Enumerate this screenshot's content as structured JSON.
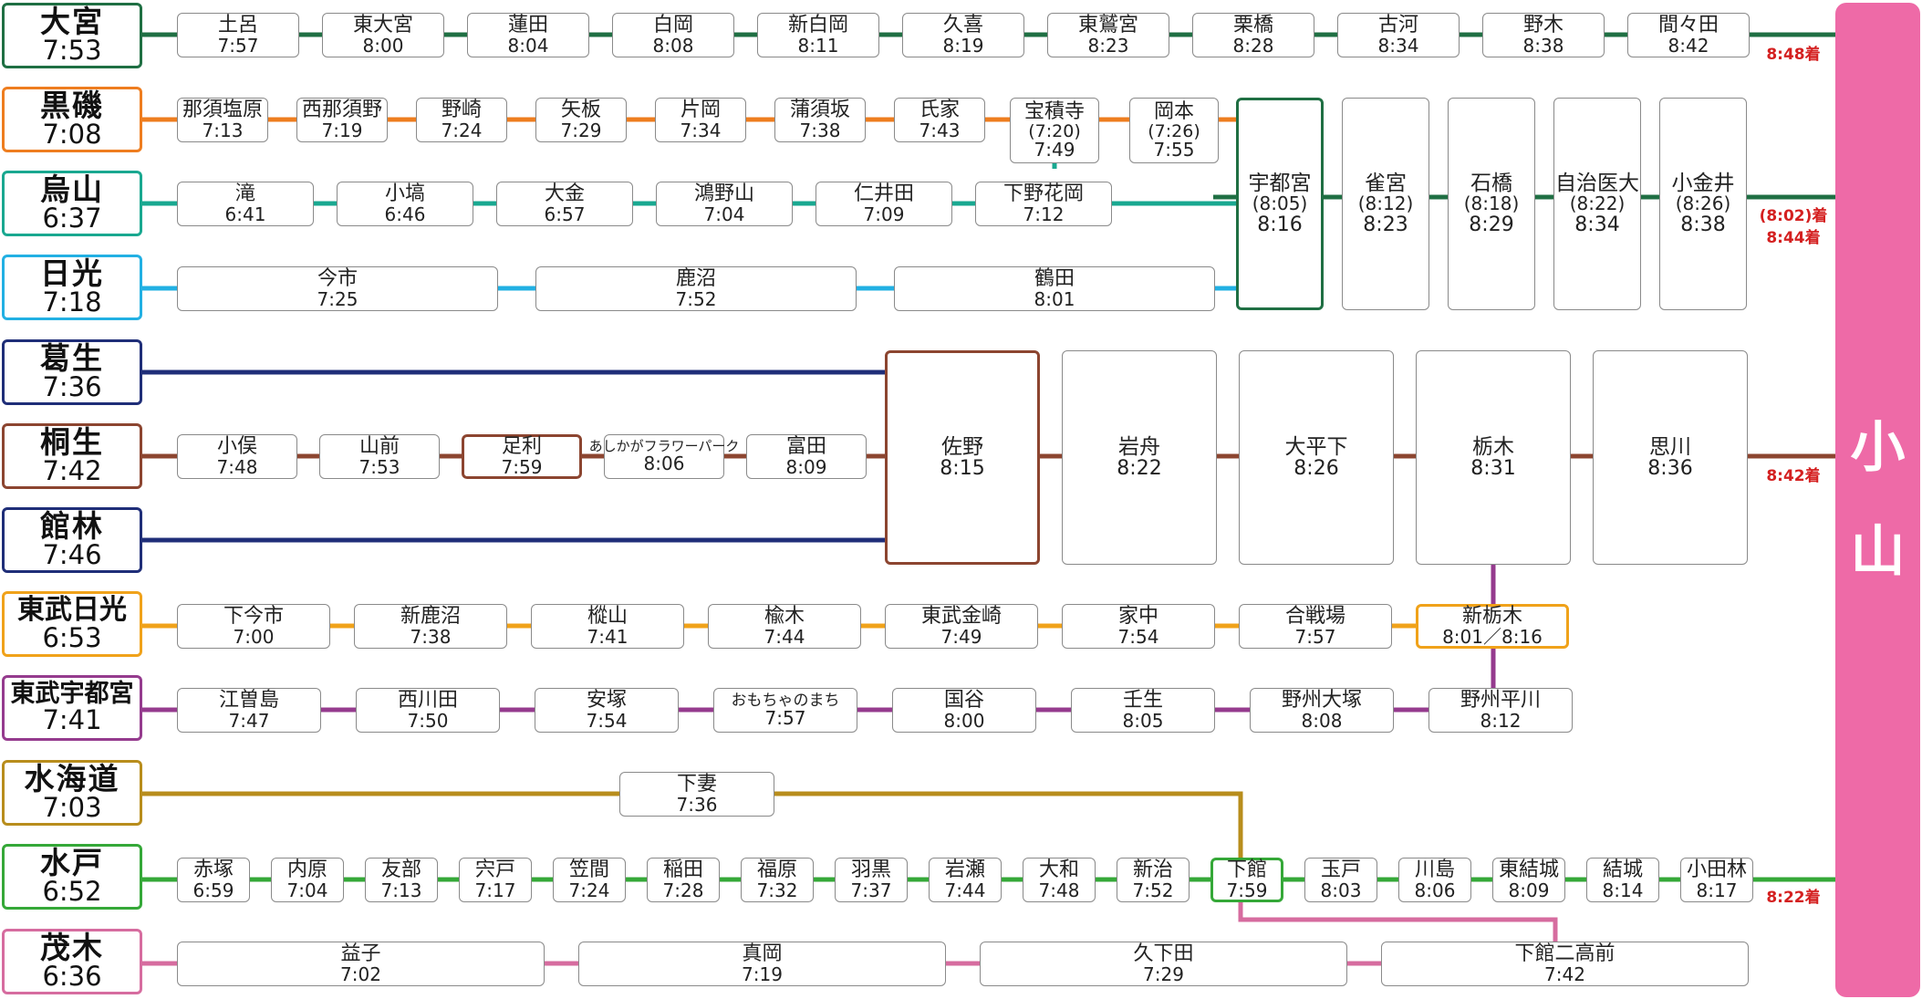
{
  "destination": "小山",
  "colors": {
    "omiya": "#1f6f43",
    "kuroiso": "#ee7d1f",
    "karasuyama": "#19a890",
    "nikko": "#22b0e3",
    "kuzuu": "#1f2e78",
    "kiryu": "#8c4530",
    "tatebayashi": "#1f2e78",
    "tobu_nikko": "#f0a21a",
    "tobu_utsunomiya": "#953b8e",
    "mitsukaido": "#b88d1c",
    "mito": "#35a838",
    "motegi": "#d66c9f",
    "destination": "#ee6aa7",
    "arrival_text": "#d42020"
  },
  "origins": [
    {
      "name": "大宮",
      "time": "7:53"
    },
    {
      "name": "黒磯",
      "time": "7:08"
    },
    {
      "name": "烏山",
      "time": "6:37"
    },
    {
      "name": "日光",
      "time": "7:18"
    },
    {
      "name": "葛生",
      "time": "7:36"
    },
    {
      "name": "桐生",
      "time": "7:42"
    },
    {
      "name": "館林",
      "time": "7:46"
    },
    {
      "name": "東武日光",
      "time": "6:53"
    },
    {
      "name": "東武宇都宮",
      "time": "7:41"
    },
    {
      "name": "水海道",
      "time": "7:03"
    },
    {
      "name": "水戸",
      "time": "6:52"
    },
    {
      "name": "茂木",
      "time": "6:36"
    }
  ],
  "lines": {
    "omiya": [
      {
        "name": "土呂",
        "time": "7:57"
      },
      {
        "name": "東大宮",
        "time": "8:00"
      },
      {
        "name": "蓮田",
        "time": "8:04"
      },
      {
        "name": "白岡",
        "time": "8:08"
      },
      {
        "name": "新白岡",
        "time": "8:11"
      },
      {
        "name": "久喜",
        "time": "8:19"
      },
      {
        "name": "東鷲宮",
        "time": "8:23"
      },
      {
        "name": "栗橋",
        "time": "8:28"
      },
      {
        "name": "古河",
        "time": "8:34"
      },
      {
        "name": "野木",
        "time": "8:38"
      },
      {
        "name": "間々田",
        "time": "8:42"
      }
    ],
    "kuroiso": [
      {
        "name": "那須塩原",
        "time": "7:13"
      },
      {
        "name": "西那須野",
        "time": "7:19"
      },
      {
        "name": "野崎",
        "time": "7:24"
      },
      {
        "name": "矢板",
        "time": "7:29"
      },
      {
        "name": "片岡",
        "time": "7:34"
      },
      {
        "name": "蒲須坂",
        "time": "7:38"
      },
      {
        "name": "氏家",
        "time": "7:43"
      },
      {
        "name": "宝積寺",
        "alt": "(7:20)",
        "time": "7:49"
      },
      {
        "name": "岡本",
        "alt": "(7:26)",
        "time": "7:55"
      }
    ],
    "karasuyama": [
      {
        "name": "滝",
        "time": "6:41"
      },
      {
        "name": "小塙",
        "time": "6:46"
      },
      {
        "name": "大金",
        "time": "6:57"
      },
      {
        "name": "鴻野山",
        "time": "7:04"
      },
      {
        "name": "仁井田",
        "time": "7:09"
      },
      {
        "name": "下野花岡",
        "time": "7:12"
      }
    ],
    "nikko": [
      {
        "name": "今市",
        "time": "7:25"
      },
      {
        "name": "鹿沼",
        "time": "7:52"
      },
      {
        "name": "鶴田",
        "time": "8:01"
      }
    ],
    "utsunomiya_main": [
      {
        "name": "宇都宮",
        "alt": "(8:05)",
        "time": "8:16"
      },
      {
        "name": "雀宮",
        "alt": "(8:12)",
        "time": "8:23"
      },
      {
        "name": "石橋",
        "alt": "(8:18)",
        "time": "8:29"
      },
      {
        "name": "自治医大",
        "alt": "(8:22)",
        "time": "8:34"
      },
      {
        "name": "小金井",
        "alt": "(8:26)",
        "time": "8:38"
      }
    ],
    "kiryu": [
      {
        "name": "小俣",
        "time": "7:48"
      },
      {
        "name": "山前",
        "time": "7:53"
      },
      {
        "name": "足利",
        "time": "7:59"
      },
      {
        "name": "あしかがフラワーパーク",
        "time": "8:06"
      },
      {
        "name": "富田",
        "time": "8:09"
      }
    ],
    "ryomo_main": [
      {
        "name": "佐野",
        "time": "8:15"
      },
      {
        "name": "岩舟",
        "time": "8:22"
      },
      {
        "name": "大平下",
        "time": "8:26"
      },
      {
        "name": "栃木",
        "time": "8:31"
      },
      {
        "name": "思川",
        "time": "8:36"
      }
    ],
    "tobu_nikko": [
      {
        "name": "下今市",
        "time": "7:00"
      },
      {
        "name": "新鹿沼",
        "time": "7:38"
      },
      {
        "name": "樅山",
        "time": "7:41"
      },
      {
        "name": "楡木",
        "time": "7:44"
      },
      {
        "name": "東武金崎",
        "time": "7:49"
      },
      {
        "name": "家中",
        "time": "7:54"
      },
      {
        "name": "合戦場",
        "time": "7:57"
      },
      {
        "name": "新栃木",
        "time": "8:01／8:16"
      }
    ],
    "tobu_utsunomiya": [
      {
        "name": "江曽島",
        "time": "7:47"
      },
      {
        "name": "西川田",
        "time": "7:50"
      },
      {
        "name": "安塚",
        "time": "7:54"
      },
      {
        "name": "おもちゃのまち",
        "time": "7:57"
      },
      {
        "name": "国谷",
        "time": "8:00"
      },
      {
        "name": "壬生",
        "time": "8:05"
      },
      {
        "name": "野州大塚",
        "time": "8:08"
      },
      {
        "name": "野州平川",
        "time": "8:12"
      }
    ],
    "mitsukaido": [
      {
        "name": "下妻",
        "time": "7:36"
      }
    ],
    "mito": [
      {
        "name": "赤塚",
        "time": "6:59"
      },
      {
        "name": "内原",
        "time": "7:04"
      },
      {
        "name": "友部",
        "time": "7:13"
      },
      {
        "name": "宍戸",
        "time": "7:17"
      },
      {
        "name": "笠間",
        "time": "7:24"
      },
      {
        "name": "稲田",
        "time": "7:28"
      },
      {
        "name": "福原",
        "time": "7:32"
      },
      {
        "name": "羽黒",
        "time": "7:37"
      },
      {
        "name": "岩瀬",
        "time": "7:44"
      },
      {
        "name": "大和",
        "time": "7:48"
      },
      {
        "name": "新治",
        "time": "7:52"
      },
      {
        "name": "下館",
        "time": "7:59"
      },
      {
        "name": "玉戸",
        "time": "8:03"
      },
      {
        "name": "川島",
        "time": "8:06"
      },
      {
        "name": "東結城",
        "time": "8:09"
      },
      {
        "name": "結城",
        "time": "8:14"
      },
      {
        "name": "小田林",
        "time": "8:17"
      }
    ],
    "motegi": [
      {
        "name": "益子",
        "time": "7:02"
      },
      {
        "name": "真岡",
        "time": "7:19"
      },
      {
        "name": "久下田",
        "time": "7:29"
      },
      {
        "name": "下館二高前",
        "time": "7:42"
      }
    ]
  },
  "arrivals": {
    "omiya": "8:48着",
    "utsunomiya_1": "(8:02)着",
    "utsunomiya_2": "8:44着",
    "ryomo": "8:42着",
    "mito": "8:22着"
  }
}
